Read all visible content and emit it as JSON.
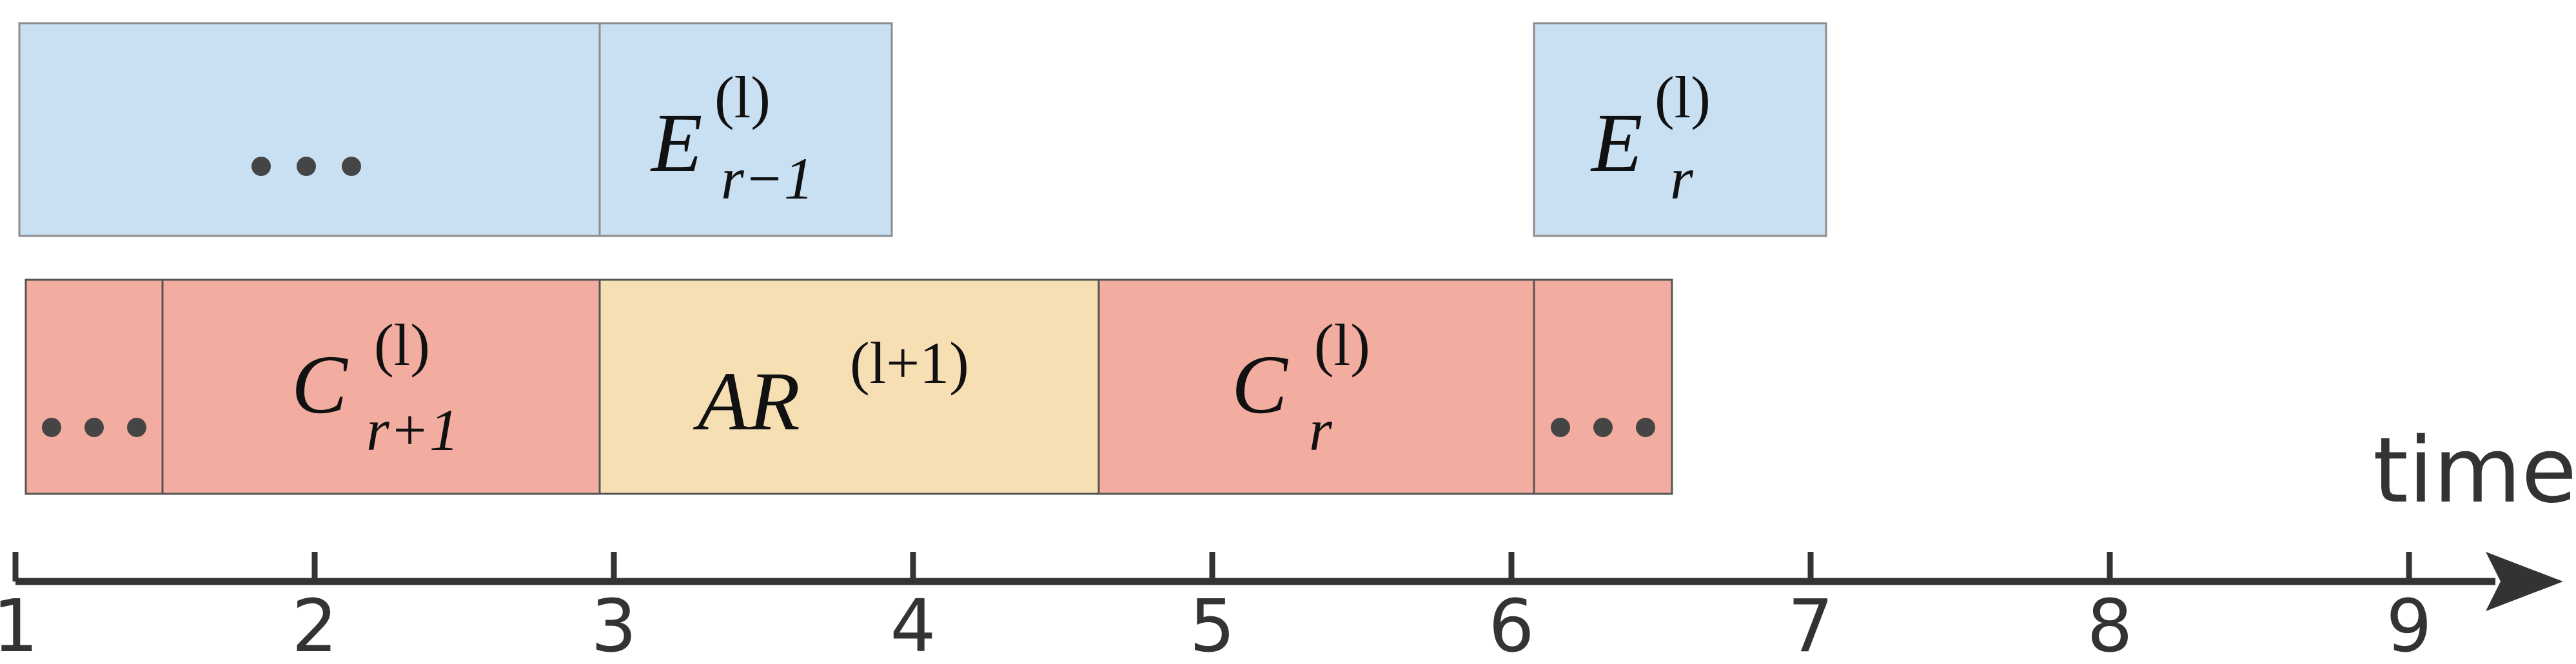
{
  "colors": {
    "exec_fill": "#c9dff2",
    "exec_stroke": "#8c8c8c",
    "comp_fill": "#f2ada0",
    "comp_stroke": "#555555",
    "ar_fill": "#f5dfb3",
    "axis": "#333333",
    "dots": "#454545"
  },
  "top_row": [
    {
      "label": "...",
      "kind": "dots"
    },
    {
      "base": "E",
      "sup": "(l)",
      "sub": "r−1",
      "kind": "math"
    },
    {
      "base": "E",
      "sup": "(l)",
      "sub": "r",
      "kind": "math"
    }
  ],
  "bottom_row": [
    {
      "label": "...",
      "kind": "dots"
    },
    {
      "base": "C",
      "sup": "(l)",
      "sub": "r+1",
      "kind": "math"
    },
    {
      "base": "AR",
      "sup": "(l+1)",
      "sub": "",
      "kind": "math"
    },
    {
      "base": "C",
      "sup": "(l)",
      "sub": "r",
      "kind": "math"
    },
    {
      "label": "...",
      "kind": "dots"
    }
  ],
  "axis": {
    "title": "time",
    "ticks": [
      "1",
      "2",
      "3",
      "4",
      "5",
      "6",
      "7",
      "8",
      "9"
    ]
  }
}
